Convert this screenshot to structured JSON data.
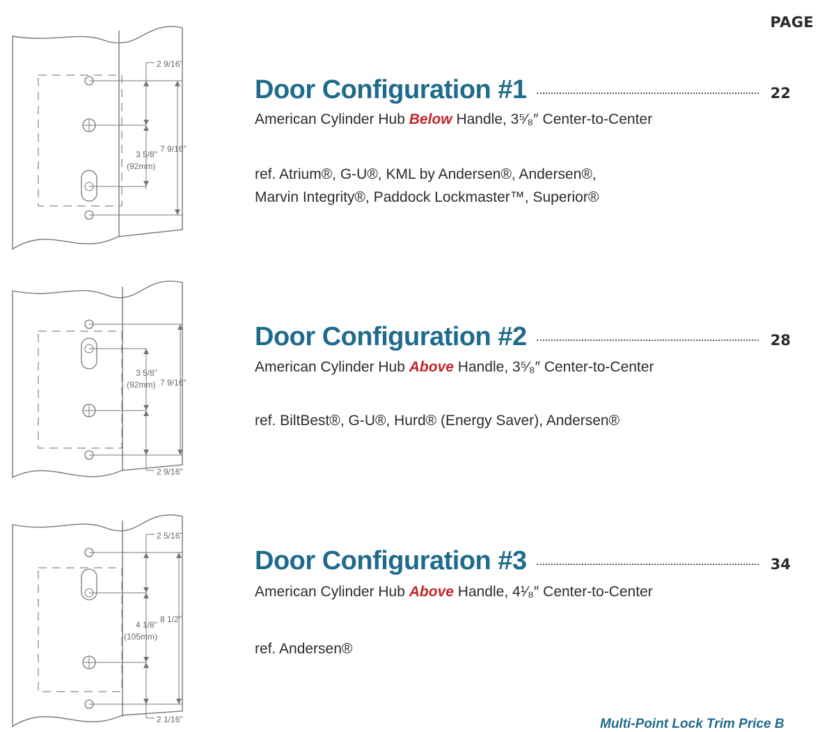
{
  "header": {
    "page_label": "PAGE"
  },
  "configs": [
    {
      "title": "Door Configuration #1",
      "page": "22",
      "subtitle_pre": "American Cylinder Hub ",
      "subtitle_emph": "Below",
      "subtitle_post": " Handle, 3⁵⁄₈″ Center-to-Center",
      "ref_lines": [
        "ref. Atrium®, G-U®, KML by Andersen®, Andersen®,",
        "Marvin Integrity®, Paddock Lockmaster™, Superior®"
      ],
      "diagram": {
        "top_offset": "2 9/16\"",
        "spacing": "3 5/8\"",
        "spacing_mm": "(92mm)",
        "overall": "7 9/16\""
      }
    },
    {
      "title": "Door Configuration #2",
      "page": "28",
      "subtitle_pre": "American Cylinder Hub ",
      "subtitle_emph": "Above",
      "subtitle_post": " Handle, 3⁵⁄₈″ Center-to-Center",
      "ref_lines": [
        "ref. BiltBest®, G-U®, Hurd® (Energy Saver), Andersen®"
      ],
      "diagram": {
        "bottom_offset": "2 9/16\"",
        "spacing": "3 5/8\"",
        "spacing_mm": "(92mm)",
        "overall": "7 9/16\""
      }
    },
    {
      "title": "Door Configuration #3",
      "page": "34",
      "subtitle_pre": "American Cylinder Hub ",
      "subtitle_emph": "Above",
      "subtitle_post": " Handle, 4¹⁄₈″ Center-to-Center",
      "ref_lines": [
        "ref. Andersen®"
      ],
      "diagram": {
        "top_offset": "2 5/16\"",
        "bottom_offset": "2 1/16\"",
        "spacing": "4 1/8\"",
        "spacing_mm": "(105mm)",
        "overall": "8 1/2\""
      }
    }
  ],
  "footer": {
    "text": "Multi-Point Lock Trim Price B"
  },
  "colors": {
    "heading": "#1f6b8c",
    "emphasis": "#c0262d",
    "text": "#2b2b2b"
  }
}
